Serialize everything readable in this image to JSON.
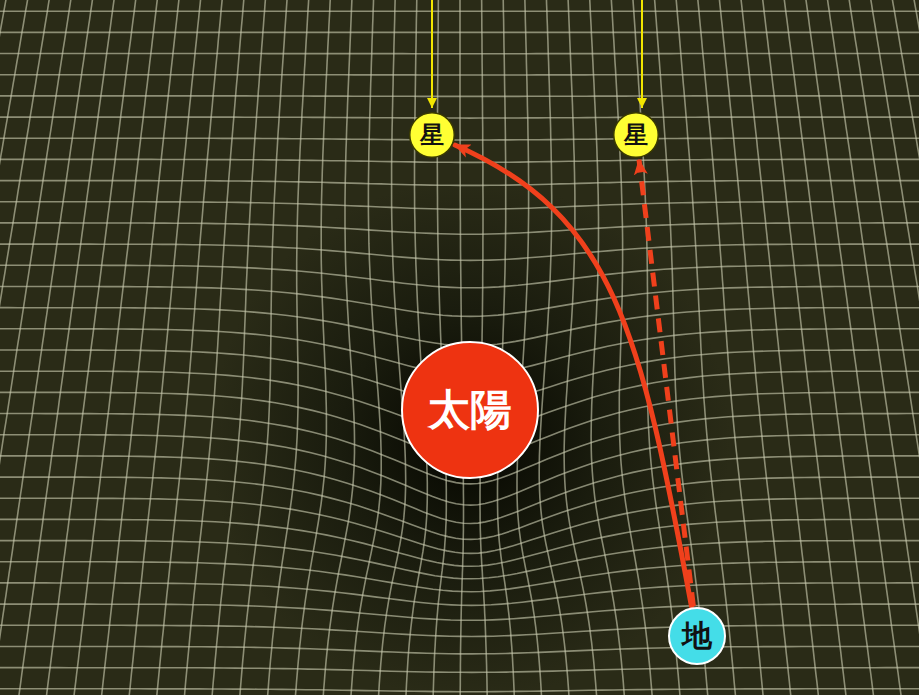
{
  "diagram": {
    "nodes": [
      {
        "text": [
          "星"
        ]
      },
      {
        "text": [
          "星"
        ]
      },
      {
        "text": [
          "太陽"
        ]
      },
      {
        "text": [
          "地"
        ]
      }
    ],
    "edges": [
      {
        "from": 3,
        "to": 0,
        "arrow": "to"
      },
      {
        "from": 3,
        "to": 1,
        "arrow": "to"
      }
    ]
  }
}
